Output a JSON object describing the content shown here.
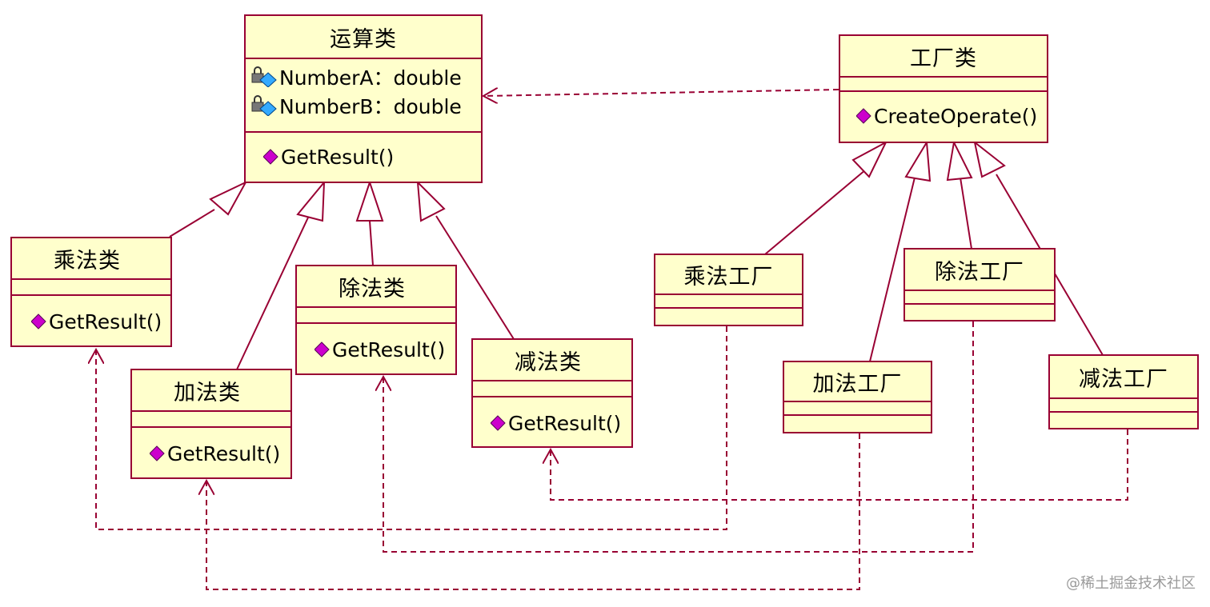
{
  "colors": {
    "line": "#990033",
    "class_fill": "#ffffcc",
    "method_icon": "#cc00cc",
    "attr_icon_blue": "#33aaff",
    "lock_gray": "#777777"
  },
  "classes": {
    "operation": {
      "name": "运算类",
      "attributes": [
        "NumberA：double",
        "NumberB：double"
      ],
      "methods": [
        "GetResult()"
      ]
    },
    "factory": {
      "name": "工厂类",
      "attributes": [],
      "methods": [
        "CreateOperate()"
      ]
    },
    "mul": {
      "name": "乘法类",
      "methods": [
        "GetResult()"
      ]
    },
    "add": {
      "name": "加法类",
      "methods": [
        "GetResult()"
      ]
    },
    "div": {
      "name": "除法类",
      "methods": [
        "GetResult()"
      ]
    },
    "sub": {
      "name": "减法类",
      "methods": [
        "GetResult()"
      ]
    },
    "mul_factory": {
      "name": "乘法工厂"
    },
    "add_factory": {
      "name": "加法工厂"
    },
    "div_factory": {
      "name": "除法工厂"
    },
    "sub_factory": {
      "name": "减法工厂"
    }
  },
  "relations": {
    "dependency": [
      {
        "from": "factory",
        "to": "operation"
      },
      {
        "from": "mul_factory",
        "to": "mul"
      },
      {
        "from": "add_factory",
        "to": "add"
      },
      {
        "from": "div_factory",
        "to": "div"
      },
      {
        "from": "sub_factory",
        "to": "sub"
      }
    ],
    "inheritance": [
      {
        "child": "mul",
        "parent": "operation"
      },
      {
        "child": "add",
        "parent": "operation"
      },
      {
        "child": "div",
        "parent": "operation"
      },
      {
        "child": "sub",
        "parent": "operation"
      },
      {
        "child": "mul_factory",
        "parent": "factory"
      },
      {
        "child": "add_factory",
        "parent": "factory"
      },
      {
        "child": "div_factory",
        "parent": "factory"
      },
      {
        "child": "sub_factory",
        "parent": "factory"
      }
    ]
  },
  "watermark": "@稀土掘金技术社区"
}
